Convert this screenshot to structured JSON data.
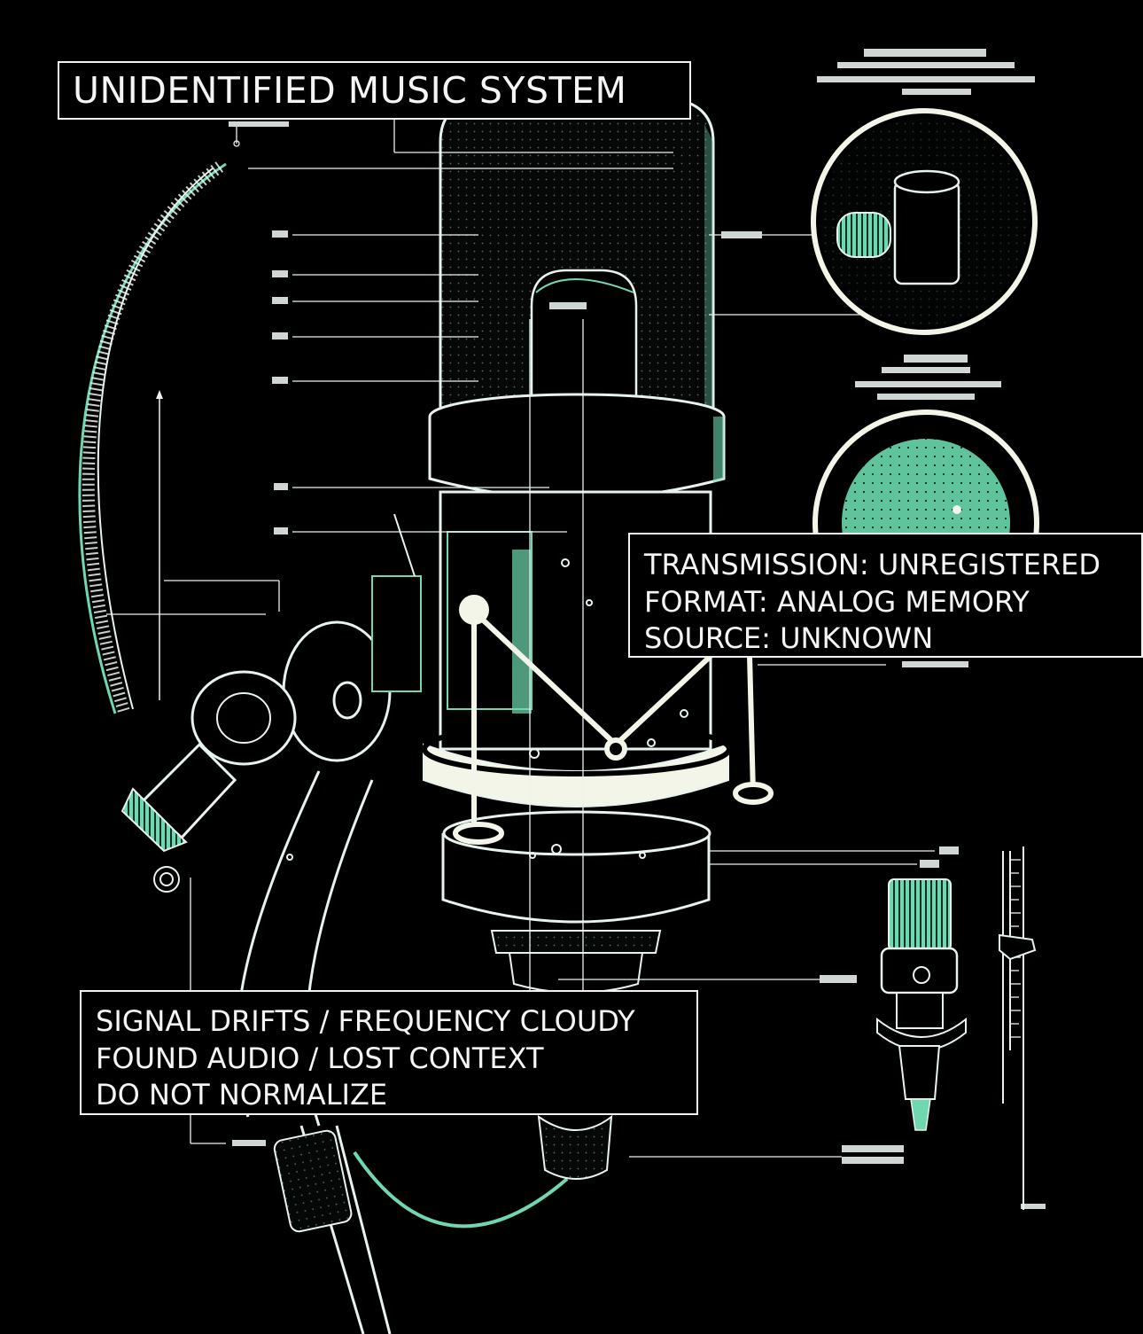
{
  "title": "UNIDENTIFIED MUSIC SYSTEM",
  "info_panel": {
    "lines": [
      "TRANSMISSION: UNREGISTERED",
      "FORMAT: ANALOG MEMORY",
      "SOURCE: UNKNOWN"
    ]
  },
  "caption_panel": {
    "lines": [
      "SIGNAL DRIFTS / FREQUENCY CLOUDY",
      "FOUND AUDIO / LOST CONTEXT",
      "DO NOT NORMALIZE"
    ]
  },
  "colors": {
    "background": "#000000",
    "line_art": "#e9f3ee",
    "accent": "#6fd8b0",
    "box_border": "#f2f2f2",
    "text": "#f5f5f5"
  },
  "illustration": {
    "subject": "microphone-icon",
    "style": "technical blueprint line drawing"
  }
}
